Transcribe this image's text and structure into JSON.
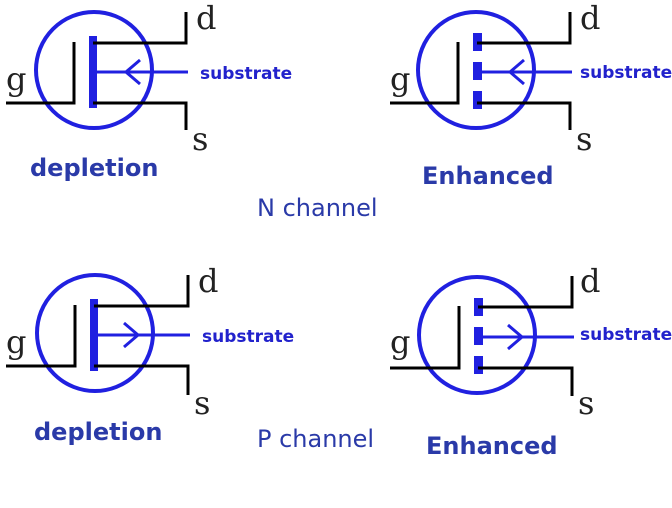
{
  "colors": {
    "symbol": "#2020e0",
    "wire": "#000000",
    "label": "#2a3aa8",
    "pin": "#222222"
  },
  "pins": {
    "gate": "g",
    "drain": "d",
    "source": "s"
  },
  "substrate_label": "substrate",
  "channels": [
    {
      "label": "N channel",
      "arrow": "inward"
    },
    {
      "label": "P channel",
      "arrow": "outward"
    }
  ],
  "types": {
    "depletion": "depletion",
    "enhanced": "Enhanced"
  }
}
